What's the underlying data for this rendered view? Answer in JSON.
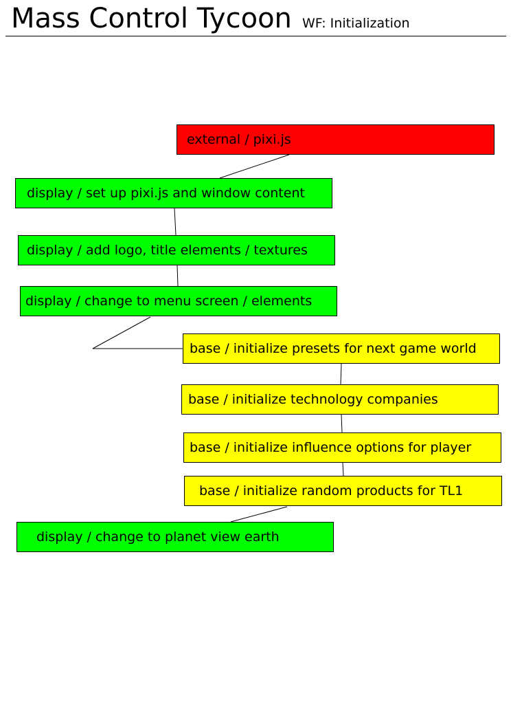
{
  "header": {
    "title": "Mass Control Tycoon",
    "subtitle": "WF: Initialization"
  },
  "diagram": {
    "colors": {
      "external": "#ff0000",
      "display": "#00ff00",
      "base": "#ffff00",
      "border": "#000000"
    },
    "nodes": [
      {
        "id": "n1",
        "category": "external",
        "label": "external / pixi.js"
      },
      {
        "id": "n2",
        "category": "display",
        "label": "display / set up pixi.js and window content"
      },
      {
        "id": "n3",
        "category": "display",
        "label": "display / add logo, title elements / textures"
      },
      {
        "id": "n4",
        "category": "display",
        "label": "display / change to menu screen / elements"
      },
      {
        "id": "n5",
        "category": "base",
        "label": "base / initialize presets for next game world"
      },
      {
        "id": "n6",
        "category": "base",
        "label": "base / initialize technology companies"
      },
      {
        "id": "n7",
        "category": "base",
        "label": "base / initialize influence options for player"
      },
      {
        "id": "n8",
        "category": "base",
        "label": "base / initialize random products for TL1"
      },
      {
        "id": "n9",
        "category": "display",
        "label": "display / change to planet view earth"
      }
    ],
    "edges": [
      {
        "from": "n1",
        "to": "n2"
      },
      {
        "from": "n2",
        "to": "n3"
      },
      {
        "from": "n3",
        "to": "n4"
      },
      {
        "from": "n4",
        "to": "n5"
      },
      {
        "from": "n5",
        "to": "n6"
      },
      {
        "from": "n6",
        "to": "n7"
      },
      {
        "from": "n7",
        "to": "n8"
      },
      {
        "from": "n8",
        "to": "n9"
      }
    ]
  }
}
